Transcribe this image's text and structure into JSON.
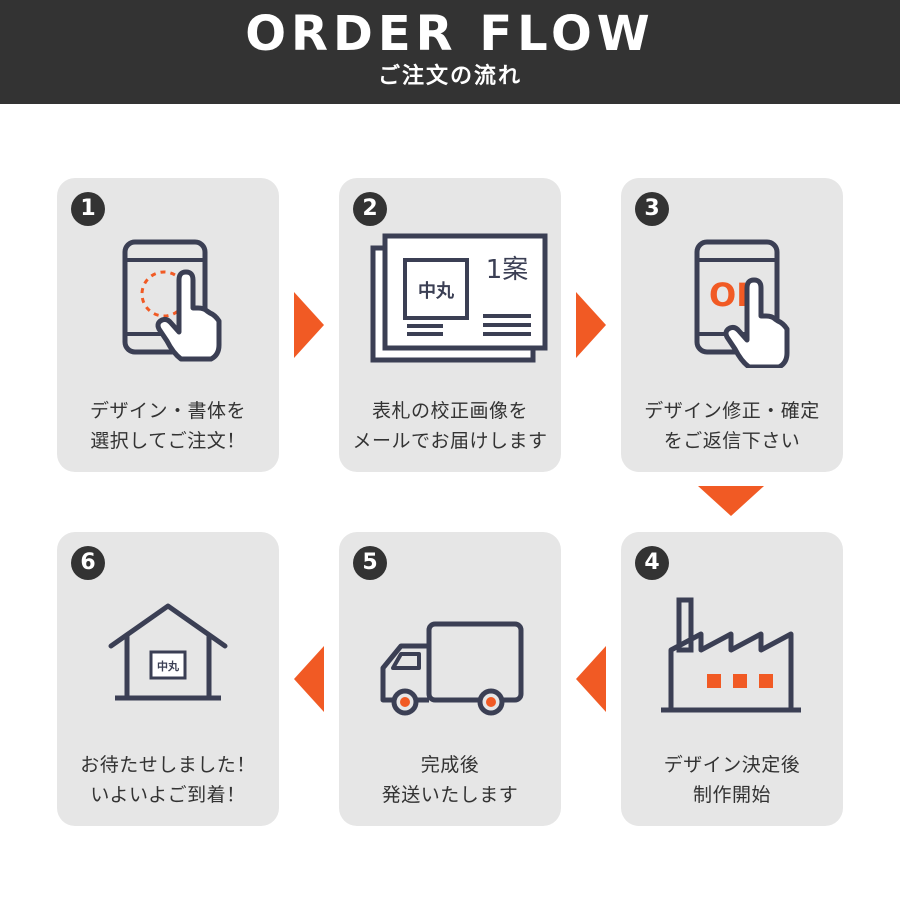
{
  "header": {
    "title": "ORDER FLOW",
    "subtitle": "ご注文の流れ"
  },
  "colors": {
    "accent": "#f15a24",
    "dark": "#3b3f54",
    "card_bg": "#e6e6e6",
    "header_bg": "#333333"
  },
  "steps": [
    {
      "number": "1",
      "icon": "tablet-tap-icon",
      "line1": "デザイン・書体を",
      "line2": "選択してご注文！"
    },
    {
      "number": "2",
      "icon": "proof-document-icon",
      "line1": "表札の校正画像を",
      "line2": "メールでお届けします",
      "doc_name": "中丸",
      "doc_tag": "1案"
    },
    {
      "number": "3",
      "icon": "tablet-ok-icon",
      "line1": "デザイン修正・確定",
      "line2": "をご返信下さい",
      "ok_text": "OK"
    },
    {
      "number": "4",
      "icon": "factory-icon",
      "line1": "デザイン決定後",
      "line2": "制作開始"
    },
    {
      "number": "5",
      "icon": "truck-icon",
      "line1": "完成後",
      "line2": "発送いたします"
    },
    {
      "number": "6",
      "icon": "house-nameplate-icon",
      "line1": "お待たせしました！",
      "line2": "いよいよご到着！",
      "plate_name": "中丸"
    }
  ]
}
